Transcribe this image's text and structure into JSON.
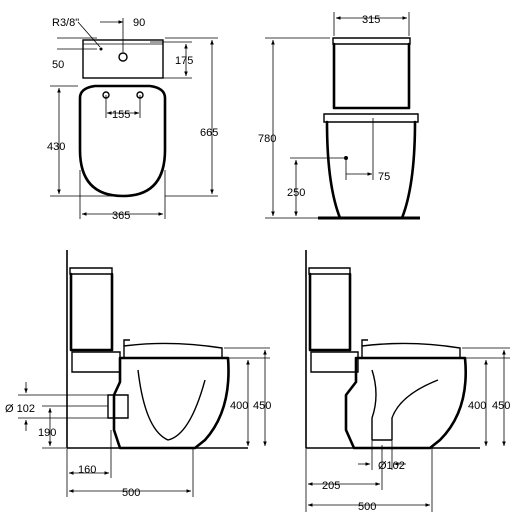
{
  "dimensions": {
    "top_view": {
      "r38": "R3/8\"",
      "d90": "90",
      "d50": "50",
      "d175": "175",
      "d155": "155",
      "d430": "430",
      "d665": "665",
      "d365": "365"
    },
    "front_view": {
      "d315": "315",
      "d780": "780",
      "d250": "250",
      "d75": "75"
    },
    "side_left": {
      "d102": "Ø 102",
      "d190": "190",
      "d400": "400",
      "d450": "450",
      "d160": "160",
      "d500": "500"
    },
    "side_right": {
      "d400": "400",
      "d450": "450",
      "d205": "205",
      "d102": "Ø102",
      "d500": "500"
    }
  }
}
